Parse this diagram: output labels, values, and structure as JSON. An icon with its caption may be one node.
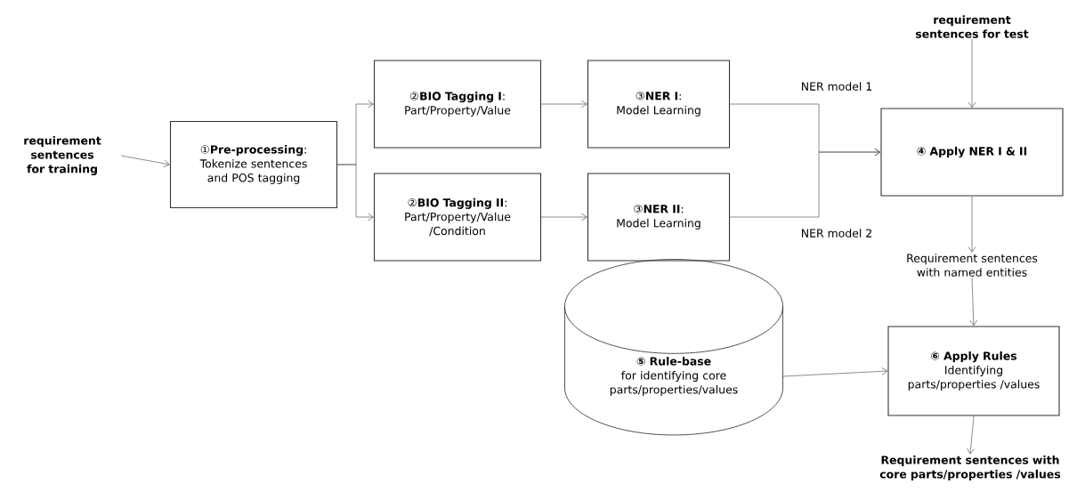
{
  "diagram": {
    "nodes": [
      {
        "text": [
          "requirement sentences for training"
        ]
      },
      {
        "text": [
          "①**Pre-processing**:",
          "Tokenize sentences and POS tagging"
        ]
      },
      {
        "text": [
          "②**BIO Tagging I**:",
          "Part/Property/Value"
        ]
      },
      {
        "text": [
          "③**NER I**:",
          "Model Learning"
        ]
      },
      {
        "text": [
          "②**BIO Tagging II**:",
          "Part/Property/Value /Condition"
        ]
      },
      {
        "text": [
          "③**NER II**:",
          "Model Learning"
        ]
      },
      {
        "text": [
          "requirement sentences for test"
        ]
      },
      {
        "text": [
          "④ Apply NER I & II"
        ]
      },
      {
        "text": [
          "Requirement sentences with named entities"
        ]
      },
      {
        "text": [
          "⑤ Rule-base",
          "for identifying core parts/properties/values"
        ]
      },
      {
        "text": [
          "⑥ Apply Rules",
          "Identifying parts/properties /values"
        ]
      },
      {
        "text": [
          "Requirement sentences with core parts/properties /values"
        ]
      }
    ],
    "edges": [
      {
        "from": 0,
        "to": 1,
        "arrow": "to"
      },
      {
        "from": 1,
        "to": 2,
        "arrow": "to"
      },
      {
        "from": 1,
        "to": 4,
        "arrow": "to"
      },
      {
        "from": 2,
        "to": 3,
        "arrow": "to"
      },
      {
        "from": 4,
        "to": 5,
        "arrow": "to"
      },
      {
        "from": 3,
        "to": 7,
        "arrow": "to",
        "label": "NER model 1"
      },
      {
        "from": 5,
        "to": 7,
        "arrow": "to",
        "label": "NER model 2"
      },
      {
        "from": 6,
        "to": 7,
        "arrow": "to"
      },
      {
        "from": 7,
        "to": 8,
        "arrow": "to"
      },
      {
        "from": 8,
        "to": 10,
        "arrow": "to"
      },
      {
        "from": 9,
        "to": 10,
        "arrow": "to"
      },
      {
        "from": 10,
        "to": 11,
        "arrow": "to"
      }
    ]
  }
}
